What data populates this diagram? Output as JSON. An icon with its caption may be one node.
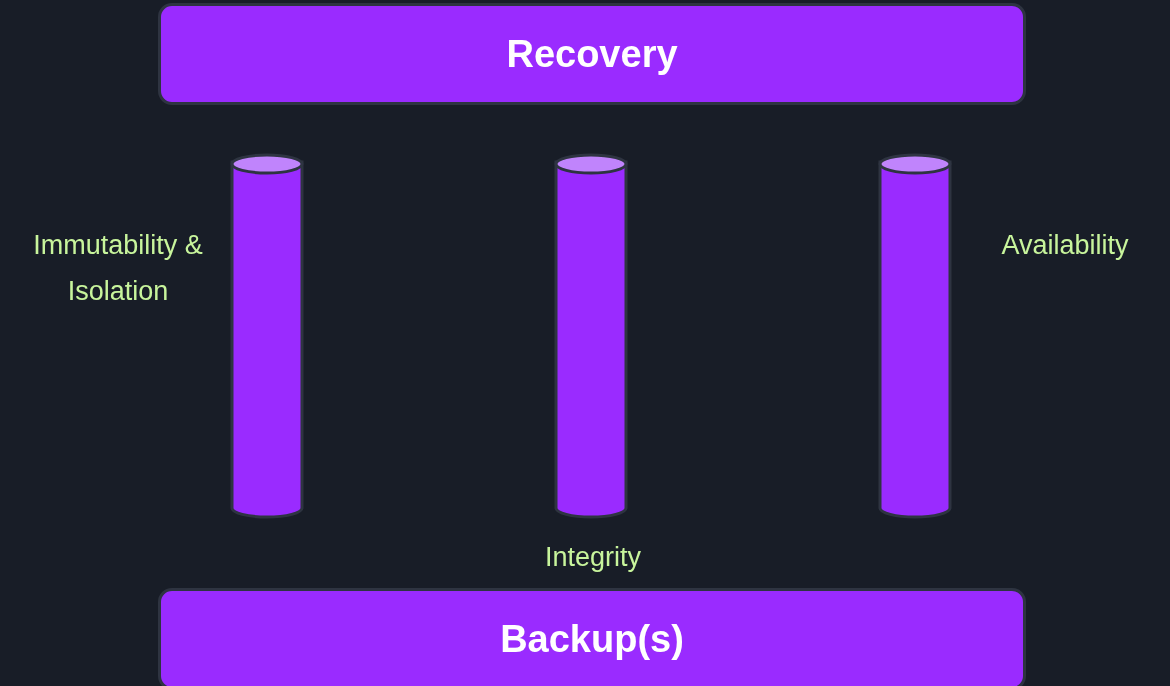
{
  "diagram": {
    "nodes": [
      {
        "text": [
          "Recovery"
        ]
      },
      {
        "text": [],
        "shape": "cylinder",
        "beside": [
          "Immutability & Isolation"
        ]
      },
      {
        "text": [],
        "shape": "cylinder",
        "beside": [
          "Integrity"
        ]
      },
      {
        "text": [],
        "shape": "cylinder",
        "beside": [
          "Availability"
        ]
      },
      {
        "text": [
          "Backup(s)"
        ]
      }
    ]
  }
}
